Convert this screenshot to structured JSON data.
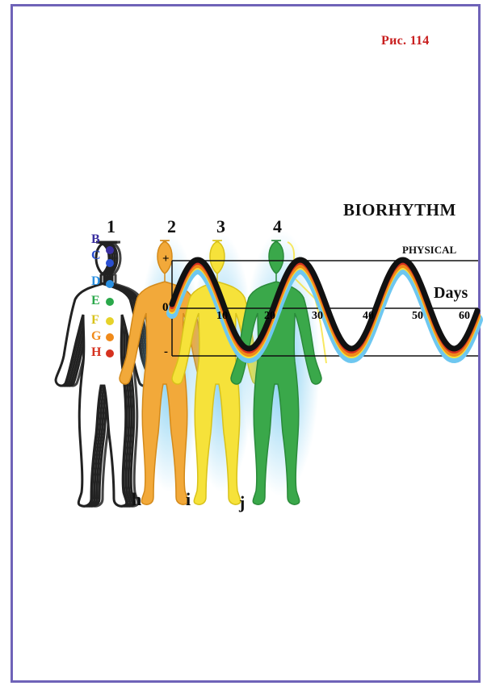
{
  "figure_label": "Рис. 114",
  "title": "BIORHYTHM",
  "subtitle": "PHYSICAL",
  "axis_label": "Days",
  "y_ticks": [
    "+",
    "0",
    "-"
  ],
  "x_ticks": [
    "10",
    "20",
    "30",
    "40",
    "50",
    "60"
  ],
  "figure_numbers": [
    "1",
    "2",
    "3",
    "4"
  ],
  "bottom_letters": [
    "h",
    "i",
    "j"
  ],
  "chakra_letters": [
    "B",
    "C",
    "D",
    "E",
    "F",
    "G",
    "H"
  ],
  "colors": {
    "frame": "#6f63b8",
    "label_red": "#c81e1e",
    "figure2": "#f2a93a",
    "figure3": "#f6e23a",
    "figure4": "#3aa84a",
    "aura": "#6ec7f0"
  }
}
